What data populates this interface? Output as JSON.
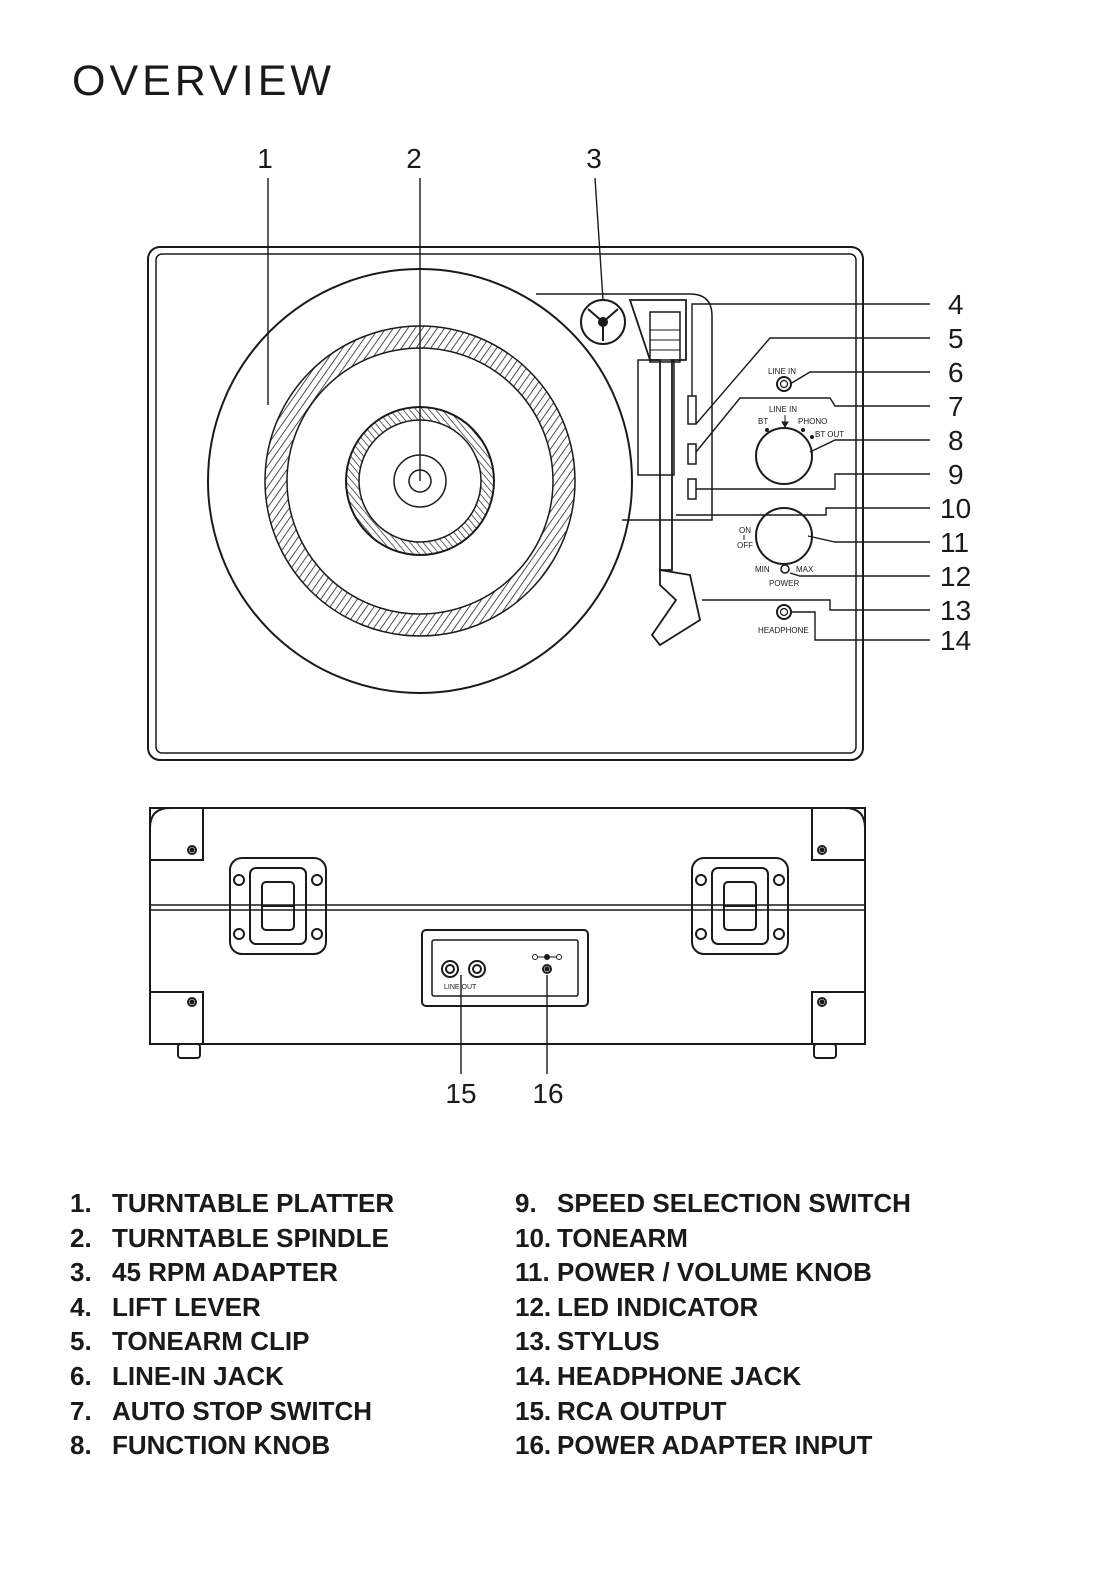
{
  "page_title": "OVERVIEW",
  "callout_numbers": [
    "1",
    "2",
    "3",
    "4",
    "5",
    "6",
    "7",
    "8",
    "9",
    "10",
    "11",
    "12",
    "13",
    "14",
    "15",
    "16"
  ],
  "panel_labels": {
    "line_in": "LINE IN",
    "function_line_in": "LINE IN",
    "bt": "BT",
    "phono": "PHONO",
    "bt_out": "BT OUT",
    "on": "ON",
    "off": "OFF",
    "min": "MIN",
    "max": "MAX",
    "power": "POWER",
    "headphone": "HEADPHONE",
    "line_out": "LINE OUT"
  },
  "parts_left": [
    {
      "num": "1.",
      "label": "TURNTABLE PLATTER"
    },
    {
      "num": "2.",
      "label": "TURNTABLE SPINDLE"
    },
    {
      "num": "3.",
      "label": "45 RPM ADAPTER"
    },
    {
      "num": "4.",
      "label": "LIFT LEVER"
    },
    {
      "num": "5.",
      "label": "TONEARM CLIP"
    },
    {
      "num": "6.",
      "label": "LINE-IN JACK"
    },
    {
      "num": "7.",
      "label": "AUTO STOP SWITCH"
    },
    {
      "num": "8.",
      "label": "FUNCTION KNOB"
    }
  ],
  "parts_right": [
    {
      "num": "9.",
      "label": "SPEED SELECTION SWITCH"
    },
    {
      "num": "10.",
      "label": "TONEARM"
    },
    {
      "num": "11.",
      "label": "POWER / VOLUME KNOB"
    },
    {
      "num": "12.",
      "label": "LED INDICATOR"
    },
    {
      "num": "13.",
      "label": "STYLUS"
    },
    {
      "num": "14.",
      "label": "HEADPHONE JACK"
    },
    {
      "num": "15.",
      "label": "RCA OUTPUT"
    },
    {
      "num": "16.",
      "label": "POWER ADAPTER INPUT"
    }
  ]
}
